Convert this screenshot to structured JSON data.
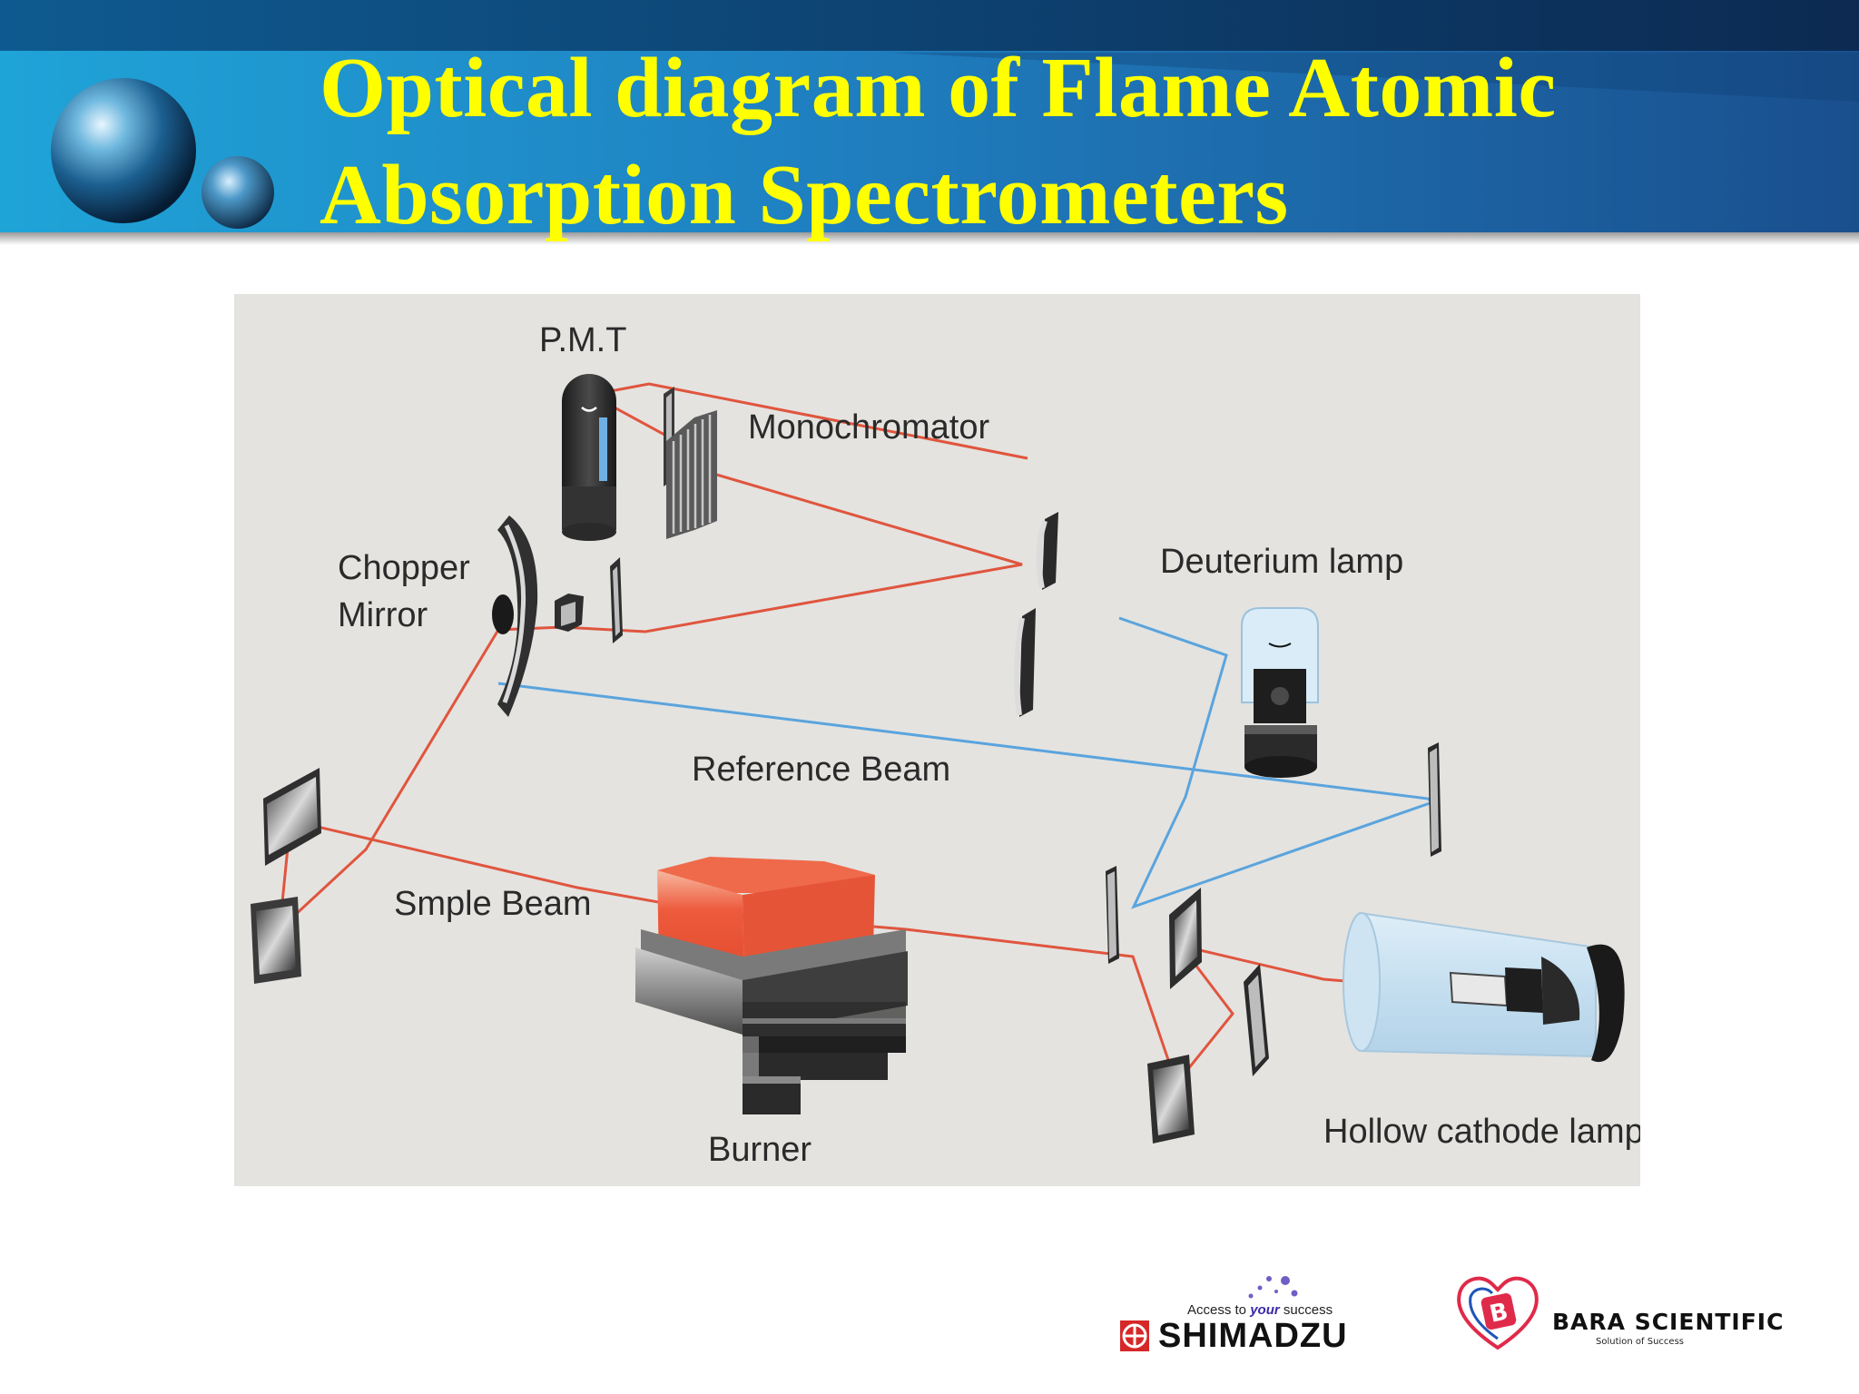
{
  "slide": {
    "title_line1": "Optical diagram of Flame Atomic",
    "title_line2": "Absorption Spectrometers"
  },
  "diagram": {
    "labels": {
      "pmt": "P.M.T",
      "monochromator": "Monochromator",
      "chopper_line1": "Chopper",
      "chopper_line2": "Mirror",
      "deuterium_lamp": "Deuterium lamp",
      "reference_beam": "Reference Beam",
      "sample_beam": "Smple Beam",
      "burner": "Burner",
      "hollow_cathode_lamp": "Hollow cathode lamp"
    },
    "colors": {
      "sample_beam": "#e0553e",
      "reference_beam": "#5aa4dd",
      "flame": "#ee5a3c",
      "background": "#e4e3e0"
    }
  },
  "logos": {
    "shimadzu_tagline_pre": "Access to ",
    "shimadzu_tagline_em": "your",
    "shimadzu_tagline_post": " success",
    "shimadzu_name": "SHIMADZU",
    "bara_name": "BARA SCIENTIFIC",
    "bara_tagline": "Solution of Success"
  }
}
